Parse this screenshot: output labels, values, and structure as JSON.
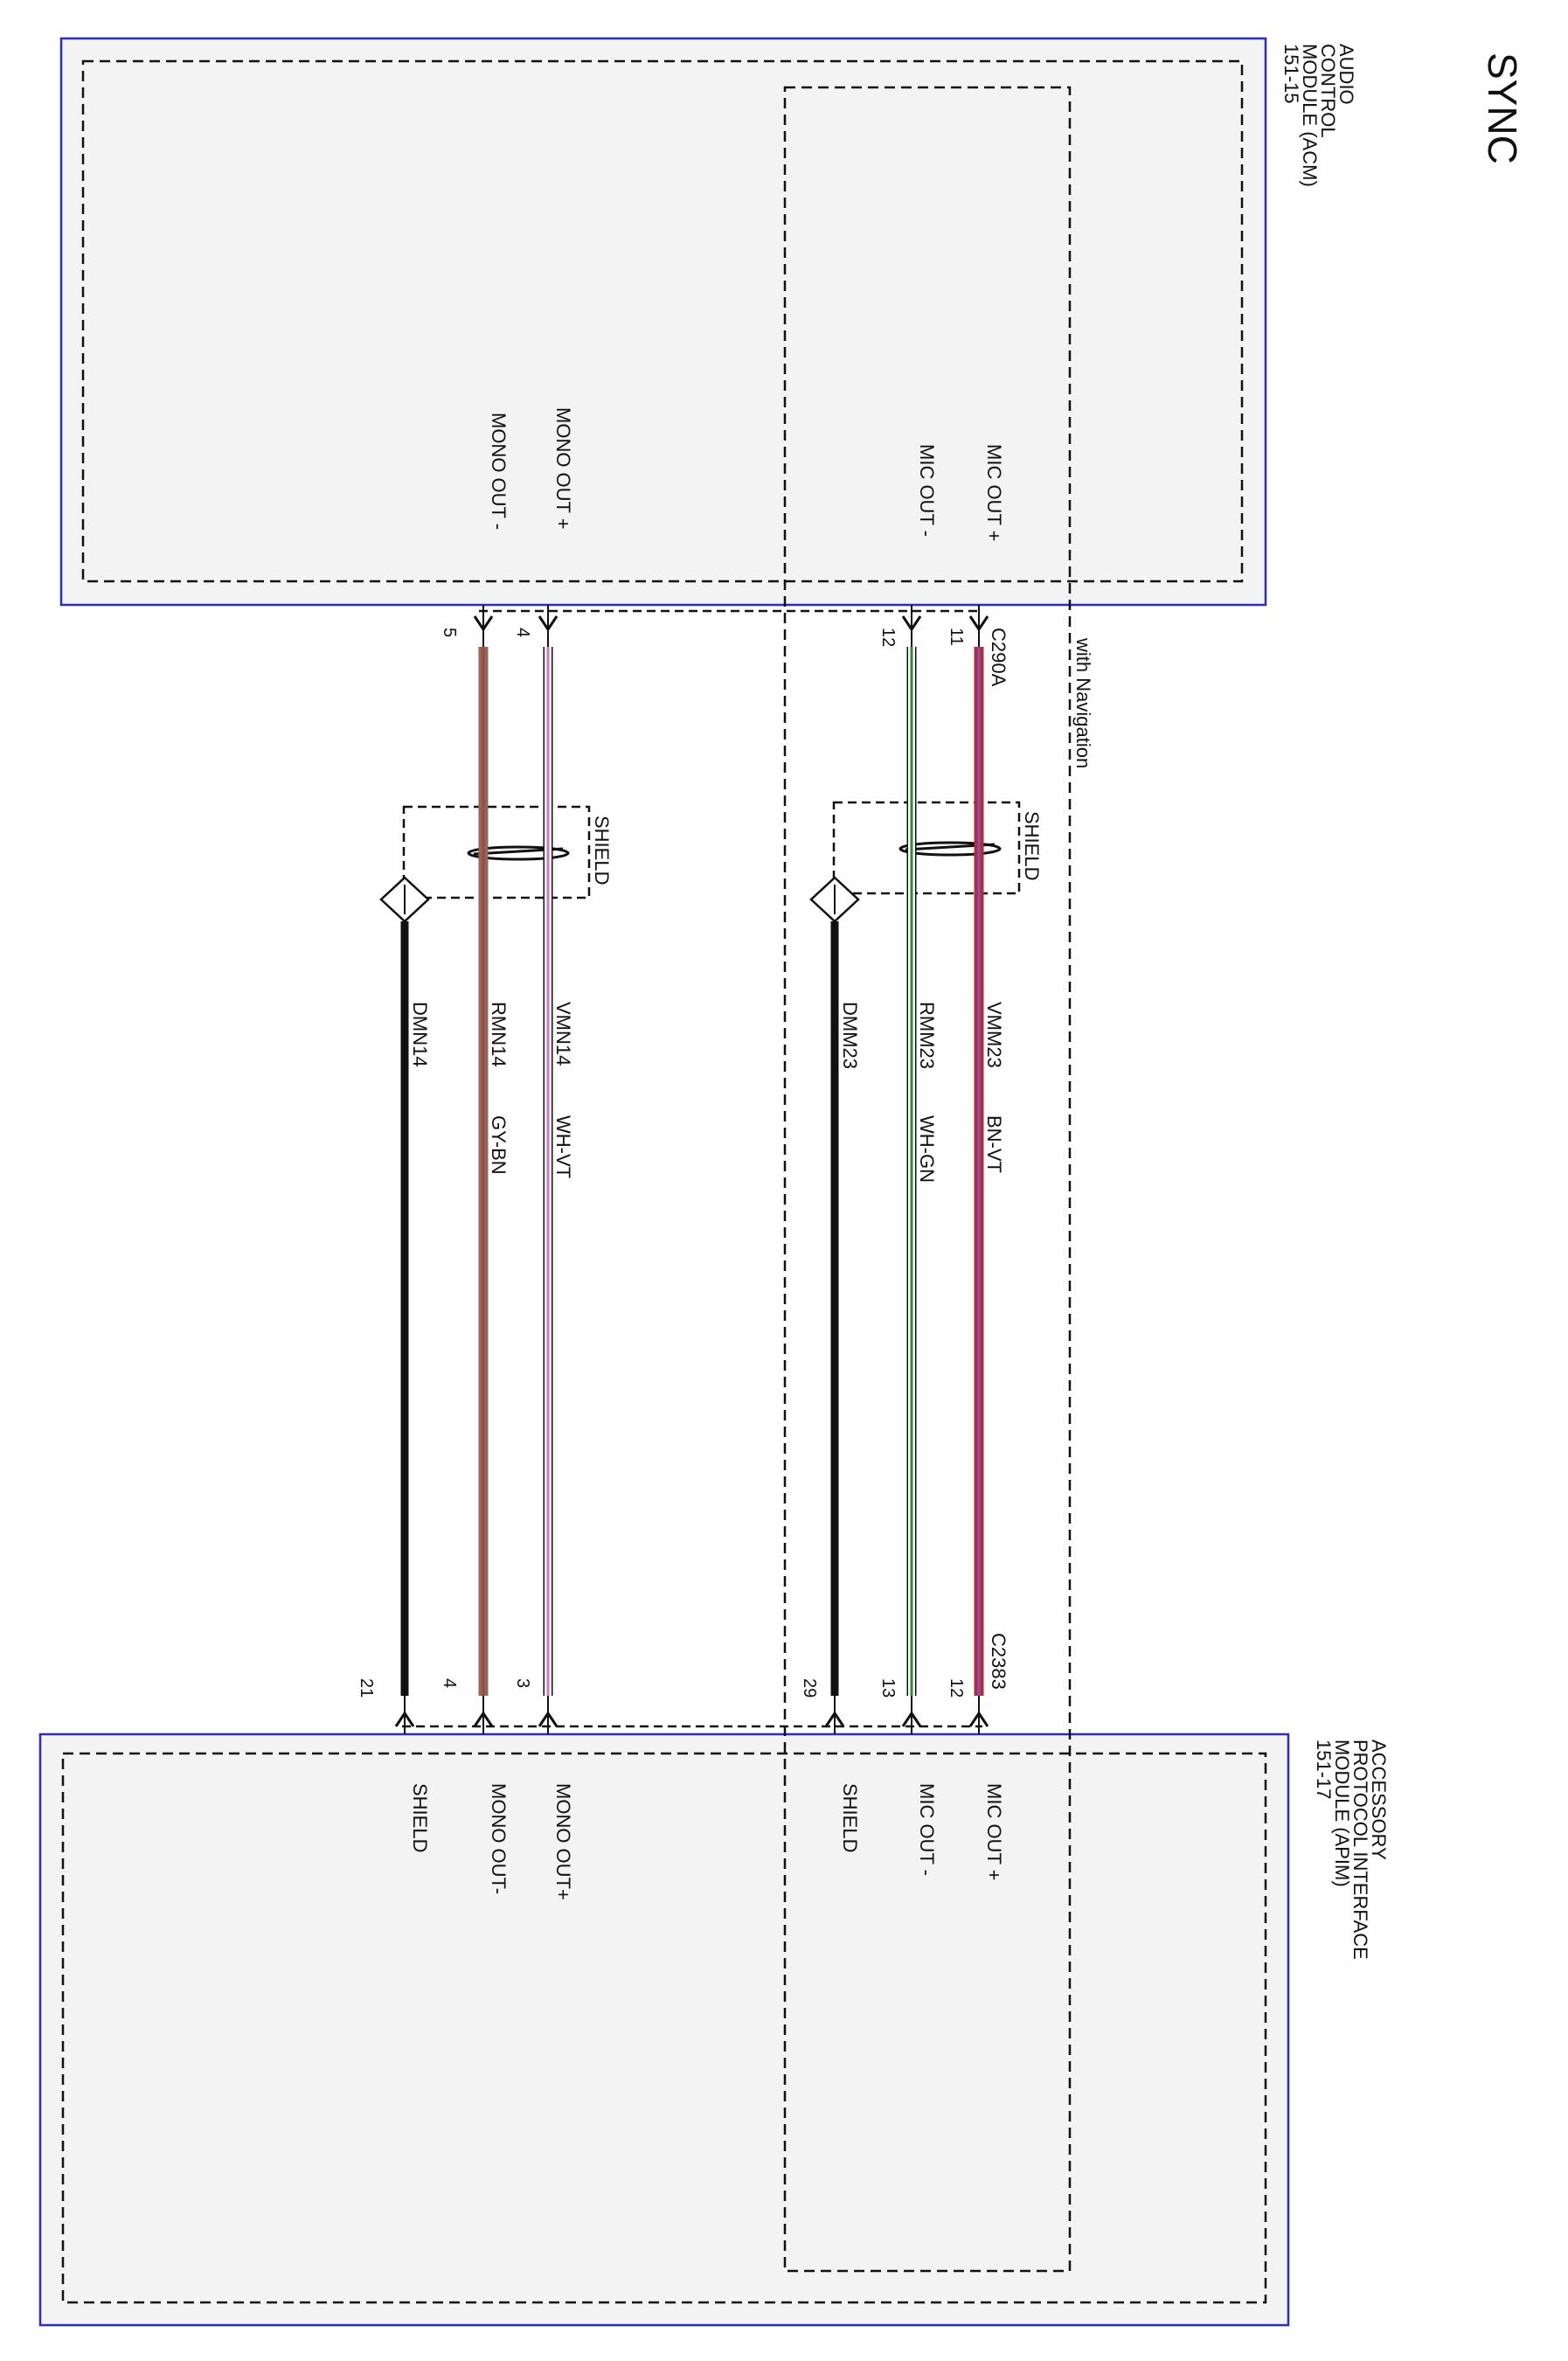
{
  "title": "SYNC",
  "scope_label": "with Navigation",
  "acm": {
    "name_lines": [
      "AUDIO",
      "CONTROL",
      "MODULE (ACM)",
      "151-15"
    ],
    "connector": "C290A"
  },
  "apim": {
    "name_lines": [
      "ACCESSORY",
      "PROTOCOL INTERFACE",
      "MODULE (APIM)",
      "151-17"
    ],
    "connector": "C2383"
  },
  "shield_label": "SHIELD",
  "wires": [
    {
      "id": "vmm23",
      "circuit": "VMM23",
      "color_code": "BN-VT",
      "acm_pin_label": "MIC OUT +",
      "acm_pin": "11",
      "apim_pin_label": "MIC OUT +",
      "apim_pin": "12",
      "main_color": "#b02c3c",
      "stripe_color": "#8a4fb0"
    },
    {
      "id": "rmm23",
      "circuit": "RMM23",
      "color_code": "WH-GN",
      "acm_pin_label": "MIC OUT -",
      "acm_pin": "12",
      "apim_pin_label": "MIC OUT -",
      "apim_pin": "13",
      "main_color": "#ffffff",
      "stripe_color": "#2e8b3a"
    },
    {
      "id": "dmm23",
      "circuit": "DMM23",
      "color_code": "",
      "acm_pin_label": "",
      "acm_pin": "",
      "apim_pin_label": "SHIELD",
      "apim_pin": "29",
      "main_color": "#111111",
      "stripe_color": "#111111"
    },
    {
      "id": "vmn14",
      "circuit": "VMN14",
      "color_code": "WH-VT",
      "acm_pin_label": "MONO OUT +",
      "acm_pin": "4",
      "apim_pin_label": "MONO OUT+",
      "apim_pin": "3",
      "main_color": "#ffffff",
      "stripe_color": "#cc77cc"
    },
    {
      "id": "rmn14",
      "circuit": "RMN14",
      "color_code": "GY-BN",
      "acm_pin_label": "MONO OUT -",
      "acm_pin": "5",
      "apim_pin_label": "MONO OUT-",
      "apim_pin": "4",
      "main_color": "#8a6a5a",
      "stripe_color": "#b04040"
    },
    {
      "id": "dmn14",
      "circuit": "DMN14",
      "color_code": "",
      "acm_pin_label": "",
      "acm_pin": "",
      "apim_pin_label": "SHIELD",
      "apim_pin": "21",
      "main_color": "#111111",
      "stripe_color": "#111111"
    }
  ],
  "colors": {
    "module_border": "#2b2bc8",
    "module_fill": "#f3f3f3",
    "dashed": "#111111"
  }
}
